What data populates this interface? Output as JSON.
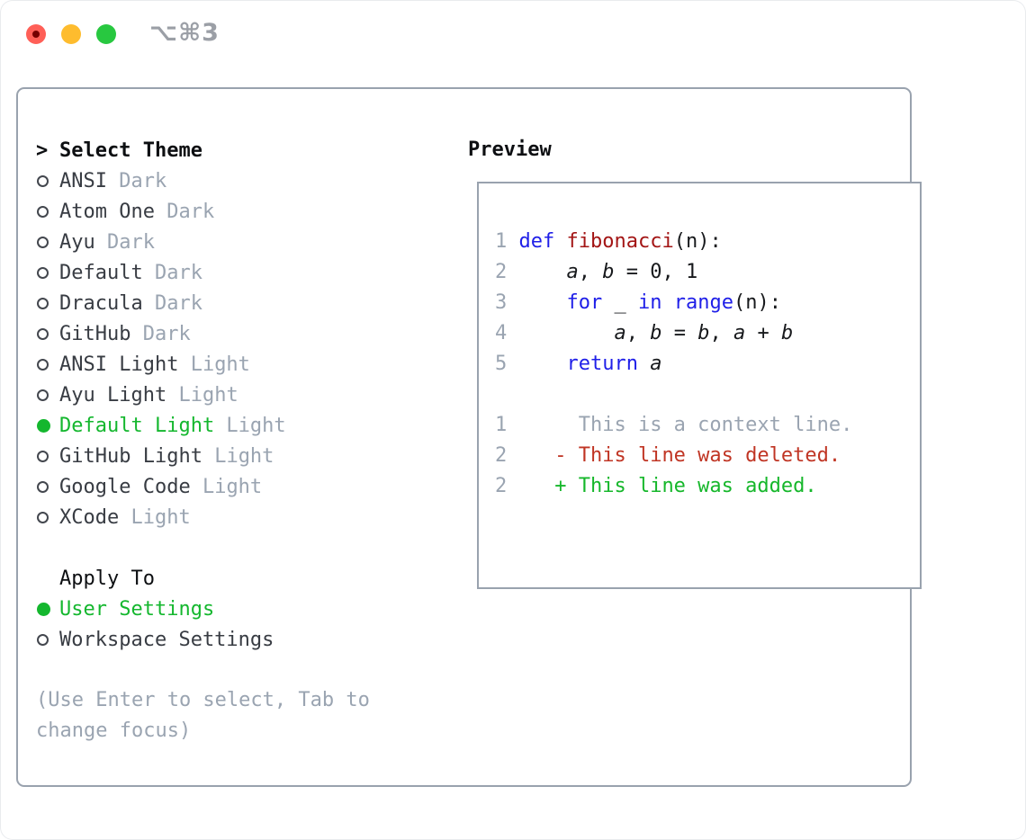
{
  "window": {
    "shortcut": "⌥⌘3",
    "traffic_lights": [
      "close",
      "minimize",
      "zoom"
    ]
  },
  "theme_panel": {
    "cursor": ">",
    "title": "Select Theme",
    "themes": [
      {
        "name": "ANSI",
        "variant": "Dark",
        "selected": false
      },
      {
        "name": "Atom One",
        "variant": "Dark",
        "selected": false
      },
      {
        "name": "Ayu",
        "variant": "Dark",
        "selected": false
      },
      {
        "name": "Default",
        "variant": "Dark",
        "selected": false
      },
      {
        "name": "Dracula",
        "variant": "Dark",
        "selected": false
      },
      {
        "name": "GitHub",
        "variant": "Dark",
        "selected": false
      },
      {
        "name": "ANSI Light",
        "variant": "Light",
        "selected": false
      },
      {
        "name": "Ayu Light",
        "variant": "Light",
        "selected": false
      },
      {
        "name": "Default Light",
        "variant": "Light",
        "selected": true
      },
      {
        "name": "GitHub Light",
        "variant": "Light",
        "selected": false
      },
      {
        "name": "Google Code",
        "variant": "Light",
        "selected": false
      },
      {
        "name": "XCode",
        "variant": "Light",
        "selected": false
      }
    ],
    "apply_to": {
      "title": "Apply To",
      "options": [
        {
          "label": "User Settings",
          "selected": true
        },
        {
          "label": "Workspace Settings",
          "selected": false
        }
      ]
    },
    "help": "(Use Enter to select, Tab to change focus)"
  },
  "preview": {
    "title": "Preview",
    "code_lines": [
      {
        "num": "1",
        "segments": [
          {
            "t": "def",
            "c": "keyword"
          },
          {
            "t": " "
          },
          {
            "t": "fibonacci",
            "c": "function"
          },
          {
            "t": "(n):"
          }
        ]
      },
      {
        "num": "2",
        "segments": [
          {
            "t": "    "
          },
          {
            "t": "a",
            "c": "var"
          },
          {
            "t": ", "
          },
          {
            "t": "b",
            "c": "var"
          },
          {
            "t": " = 0, 1"
          }
        ]
      },
      {
        "num": "3",
        "segments": [
          {
            "t": "    "
          },
          {
            "t": "for",
            "c": "keyword"
          },
          {
            "t": " _ "
          },
          {
            "t": "in",
            "c": "keyword"
          },
          {
            "t": " "
          },
          {
            "t": "range",
            "c": "keyword"
          },
          {
            "t": "(n):"
          }
        ]
      },
      {
        "num": "4",
        "segments": [
          {
            "t": "        "
          },
          {
            "t": "a",
            "c": "var"
          },
          {
            "t": ", "
          },
          {
            "t": "b",
            "c": "var"
          },
          {
            "t": " = "
          },
          {
            "t": "b",
            "c": "var"
          },
          {
            "t": ", "
          },
          {
            "t": "a",
            "c": "var"
          },
          {
            "t": " + "
          },
          {
            "t": "b",
            "c": "var"
          }
        ]
      },
      {
        "num": "5",
        "segments": [
          {
            "t": "    "
          },
          {
            "t": "return",
            "c": "keyword"
          },
          {
            "t": " "
          },
          {
            "t": "a",
            "c": "var"
          }
        ]
      },
      {
        "num": "",
        "segments": []
      },
      {
        "num": "1",
        "segments": [
          {
            "t": "     This is a context line.",
            "c": "context"
          }
        ]
      },
      {
        "num": "2",
        "segments": [
          {
            "t": "   - This line was deleted.",
            "c": "deleted"
          }
        ]
      },
      {
        "num": "2",
        "segments": [
          {
            "t": "   + This line was added.",
            "c": "added"
          }
        ]
      }
    ]
  },
  "colors": {
    "accent_green": "#14b72e",
    "added_green": "#16b72b",
    "deleted_red": "#c03524",
    "keyword_blue": "#1f1fe8",
    "function_red": "#a31515",
    "muted_gray": "#9aa4b1",
    "list_text": "#383c43",
    "code_text": "#17191c",
    "title_text": "#0d0f12",
    "border_gray": "#99a2ae",
    "radio_gray": "#43474e",
    "titlebar_text": "#9b9fa6",
    "traffic_red": "#ff5f57",
    "traffic_red_dot": "#750000",
    "traffic_yellow": "#febc2e",
    "traffic_green": "#28c840"
  }
}
